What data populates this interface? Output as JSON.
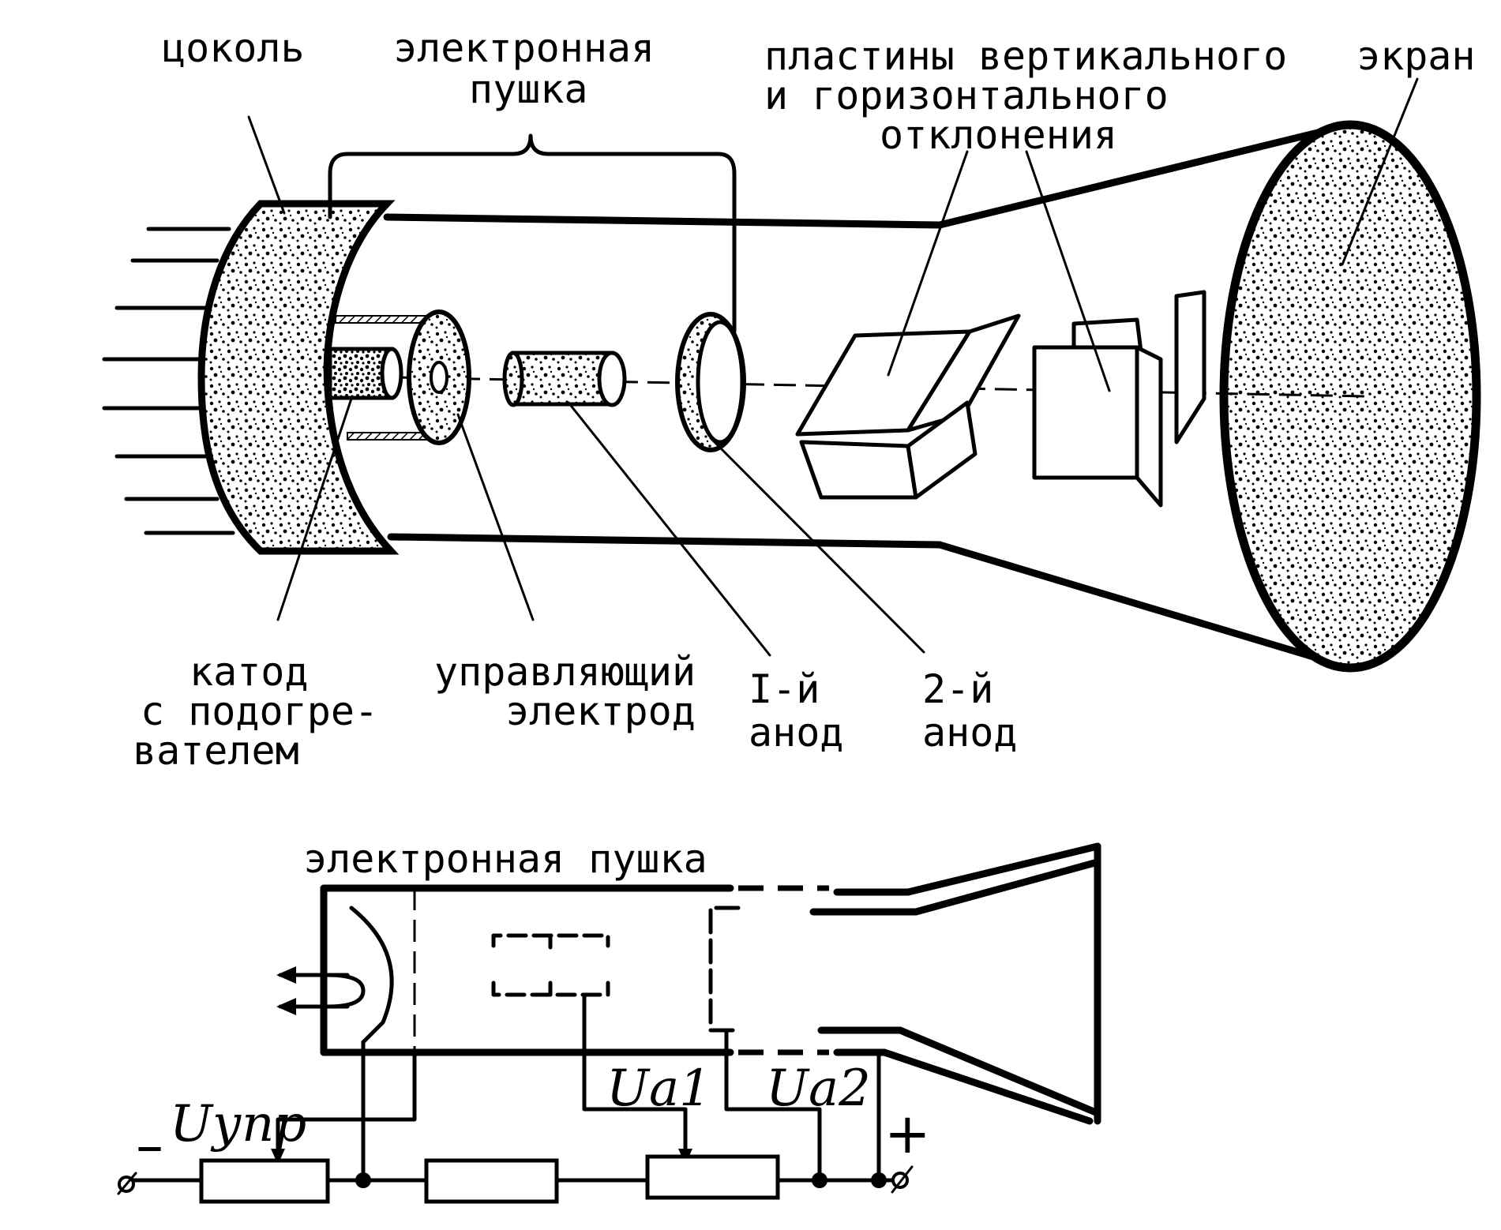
{
  "top": {
    "labels": {
      "base": "цоколь",
      "gun_line1": "электронная",
      "gun_line2": "пушка",
      "plates_line1": "пластины вертикального",
      "plates_line2": "и горизонтального",
      "plates_line3": "отклонения",
      "screen": "экран",
      "cathode_line1": "катод",
      "cathode_line2": "с подогре-",
      "cathode_line3": "вателем",
      "control_line1": "управляющий",
      "control_line2": "электрод",
      "anode1_line1": "I-й",
      "anode1_line2": "анод",
      "anode2_line1": "2-й",
      "anode2_line2": "анод"
    }
  },
  "bottom": {
    "labels": {
      "gun": "электронная пушка",
      "u_control": "Uупр",
      "u_a1": "Ua1",
      "u_a2": "Ua2",
      "minus": "–",
      "plus": "+"
    }
  }
}
